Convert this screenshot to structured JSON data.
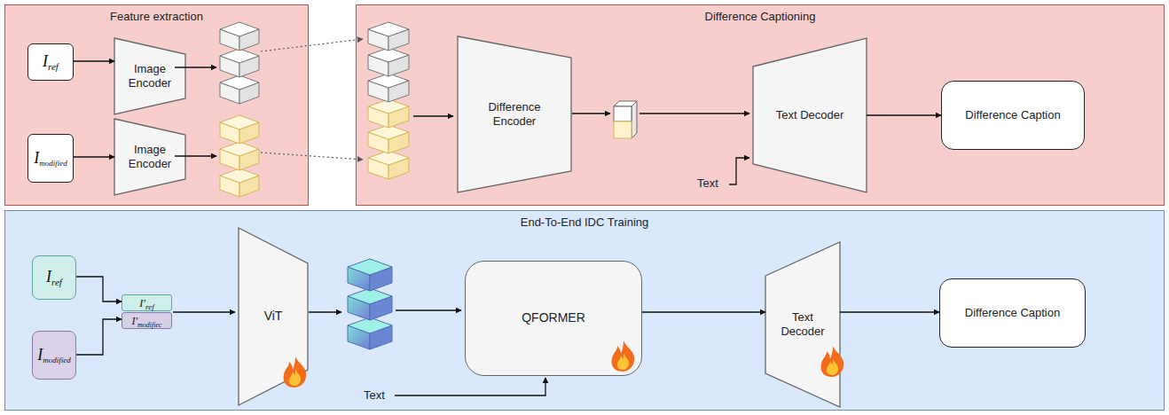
{
  "diagram": {
    "nodes": [
      {
        "text": [
          "Feature extraction"
        ]
      },
      {
        "text": [
          "I",
          "ref"
        ],
        "in": 0
      },
      {
        "text": [
          "Image Encoder"
        ],
        "in": 0
      },
      {
        "text": [
          "I",
          "modified"
        ],
        "in": 0
      },
      {
        "text": [
          "Image Encoder"
        ],
        "in": 0
      },
      {
        "text": [
          "Difference Captioning"
        ]
      },
      {
        "text": [
          "Difference Encoder"
        ],
        "in": 5
      },
      {
        "text": [
          "Text Decoder"
        ],
        "in": 5
      },
      {
        "text": [
          "Difference Caption"
        ],
        "in": 5
      },
      {
        "text": [
          "End-To-End IDC Training"
        ]
      },
      {
        "text": [
          "I",
          "ref"
        ],
        "in": 9
      },
      {
        "text": [
          "I",
          "modified"
        ],
        "in": 9
      },
      {
        "text": [
          "I′",
          "ref"
        ],
        "in": 9
      },
      {
        "text": [
          "I′",
          "modifiec"
        ],
        "in": 9
      },
      {
        "text": [
          "ViT"
        ],
        "in": 9
      },
      {
        "text": [
          "QFORMER"
        ],
        "in": 9
      },
      {
        "text": [
          "Text Decoder"
        ],
        "in": 9
      },
      {
        "text": [
          "Difference Caption"
        ],
        "in": 9
      }
    ],
    "edges": [
      {
        "from": 1,
        "to": 2,
        "arrow": "to"
      },
      {
        "from": 3,
        "to": 4,
        "arrow": "to"
      },
      {
        "from": 7,
        "to": 8,
        "arrow": "to"
      },
      {
        "from": 10,
        "to": 12,
        "arrow": "to"
      },
      {
        "from": 11,
        "to": 13,
        "arrow": "to"
      },
      {
        "from": 15,
        "to": 16,
        "arrow": "to"
      },
      {
        "from": 16,
        "to": 17,
        "arrow": "to"
      }
    ],
    "labels": [
      "Text",
      "Text"
    ]
  }
}
